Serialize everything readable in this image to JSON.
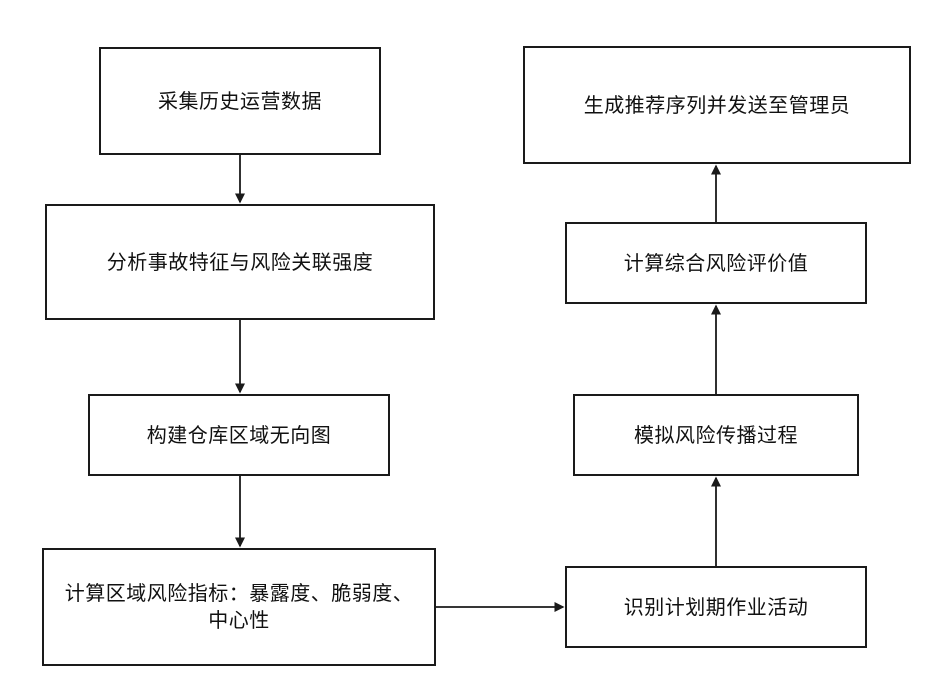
{
  "diagram": {
    "nodes": [
      {
        "id": "n1",
        "label": "采集历史运营数据"
      },
      {
        "id": "n2",
        "label": "分析事故特征与风险关联强度"
      },
      {
        "id": "n3",
        "label": "构建仓库区域无向图"
      },
      {
        "id": "n4",
        "label": "计算区域风险指标：暴露度、脆弱度、\n中心性"
      },
      {
        "id": "n5",
        "label": "识别计划期作业活动"
      },
      {
        "id": "n6",
        "label": "模拟风险传播过程"
      },
      {
        "id": "n7",
        "label": "计算综合风险评价值"
      },
      {
        "id": "n8",
        "label": "生成推荐序列并发送至管理员"
      }
    ],
    "edges": [
      {
        "from": "n1",
        "to": "n2"
      },
      {
        "from": "n2",
        "to": "n3"
      },
      {
        "from": "n3",
        "to": "n4"
      },
      {
        "from": "n4",
        "to": "n5"
      },
      {
        "from": "n5",
        "to": "n6"
      },
      {
        "from": "n6",
        "to": "n7"
      },
      {
        "from": "n7",
        "to": "n8"
      }
    ],
    "colors": {
      "stroke": "#1a1a1a",
      "fill": "#ffffff",
      "text": "#111111"
    }
  }
}
